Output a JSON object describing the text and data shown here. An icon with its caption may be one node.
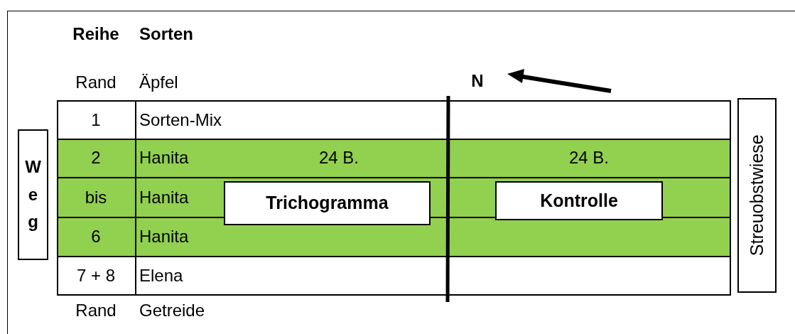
{
  "diagram": {
    "nodes": [
      {
        "text": [
          "Weg"
        ]
      },
      {
        "text": [
          "Trichogramma"
        ]
      },
      {
        "text": [
          "Kontrolle"
        ]
      },
      {
        "text": [
          "Streuobstwiese"
        ]
      }
    ],
    "labels": [
      "Reihe",
      "Sorten",
      "Rand",
      "Äpfel",
      "N",
      "1",
      "Sorten-Mix",
      "2",
      "Hanita",
      "24 B.",
      "24 B.",
      "bis",
      "Hanita",
      "6",
      "Hanita",
      "7 + 8",
      "Elena",
      "Rand",
      "Getreide"
    ]
  }
}
